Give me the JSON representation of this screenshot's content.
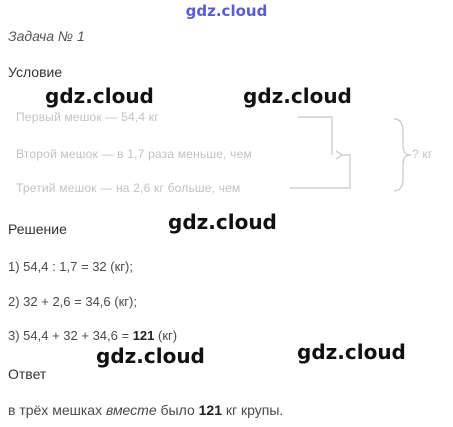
{
  "header": {
    "site": "gdz.cloud"
  },
  "task": {
    "title": "Задача № 1"
  },
  "condition": {
    "heading": "Условие",
    "lines": [
      "Первый мешок — 54,4 кг",
      "Второй мешок — в 1,7 раза меньше, чем",
      "Третий мешок — на 2,6 кг больше, чем"
    ],
    "total": "? кг"
  },
  "solution": {
    "heading": "Решение",
    "steps": [
      {
        "expr": "1) 54,4 : 1,7 = 32 (кг);",
        "result": ""
      },
      {
        "expr": "2) 32 + 2,6 = 34,6 (кг);",
        "result": ""
      },
      {
        "expr": "3) 54,4 + 32 + 34,6 = ",
        "result": "121",
        "unit": " (кг)"
      }
    ]
  },
  "answer": {
    "heading": "Ответ",
    "before": "в трёх мешках ",
    "emphasis": "вместе",
    "middle": " было ",
    "value": "121",
    "after": " кг крупы."
  },
  "watermarks": [
    "gdz.cloud",
    "gdz.cloud",
    "gdz.cloud",
    "gdz.cloud",
    "gdz.cloud"
  ]
}
